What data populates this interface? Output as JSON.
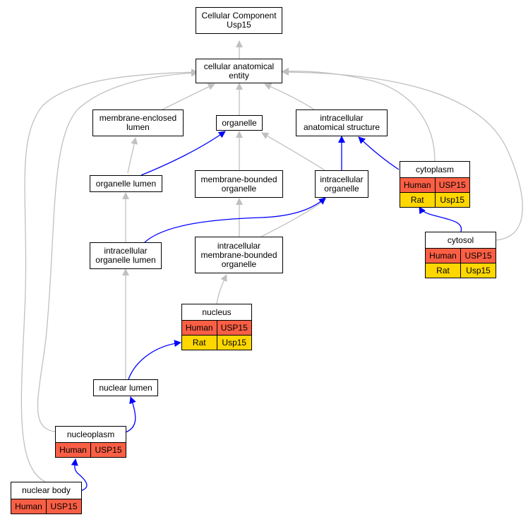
{
  "colors": {
    "is_a_edge": "#C0C0C0",
    "part_of_edge": "#0000FF",
    "human_row": "#FA5F45",
    "rat_row": "#FFD700"
  },
  "nodes": {
    "root": {
      "label": "Cellular Component\nUsp15"
    },
    "cae": {
      "label": "cellular anatomical\nentity"
    },
    "mel": {
      "label": "membrane-enclosed\nlumen"
    },
    "org": {
      "label": "organelle"
    },
    "ias": {
      "label": "intracellular\nanatomical structure"
    },
    "orgl": {
      "label": "organelle lumen"
    },
    "mbo": {
      "label": "membrane-bounded\norganelle"
    },
    "io": {
      "label": "intracellular\norganelle"
    },
    "cyto": {
      "label": "cytoplasm",
      "rows": [
        [
          "Human",
          "USP15"
        ],
        [
          "Rat",
          "Usp15"
        ]
      ]
    },
    "iol": {
      "label": "intracellular\norganelle lumen"
    },
    "imbo": {
      "label": "intracellular\nmembrane-bounded\norganelle"
    },
    "cytosol": {
      "label": "cytosol",
      "rows": [
        [
          "Human",
          "USP15"
        ],
        [
          "Rat",
          "Usp15"
        ]
      ]
    },
    "nucleus": {
      "label": "nucleus",
      "rows": [
        [
          "Human",
          "USP15"
        ],
        [
          "Rat",
          "Usp15"
        ]
      ]
    },
    "nl": {
      "label": "nuclear lumen"
    },
    "np": {
      "label": "nucleoplasm",
      "rows": [
        [
          "Human",
          "USP15"
        ]
      ]
    },
    "nb": {
      "label": "nuclear body",
      "rows": [
        [
          "Human",
          "USP15"
        ]
      ]
    }
  }
}
